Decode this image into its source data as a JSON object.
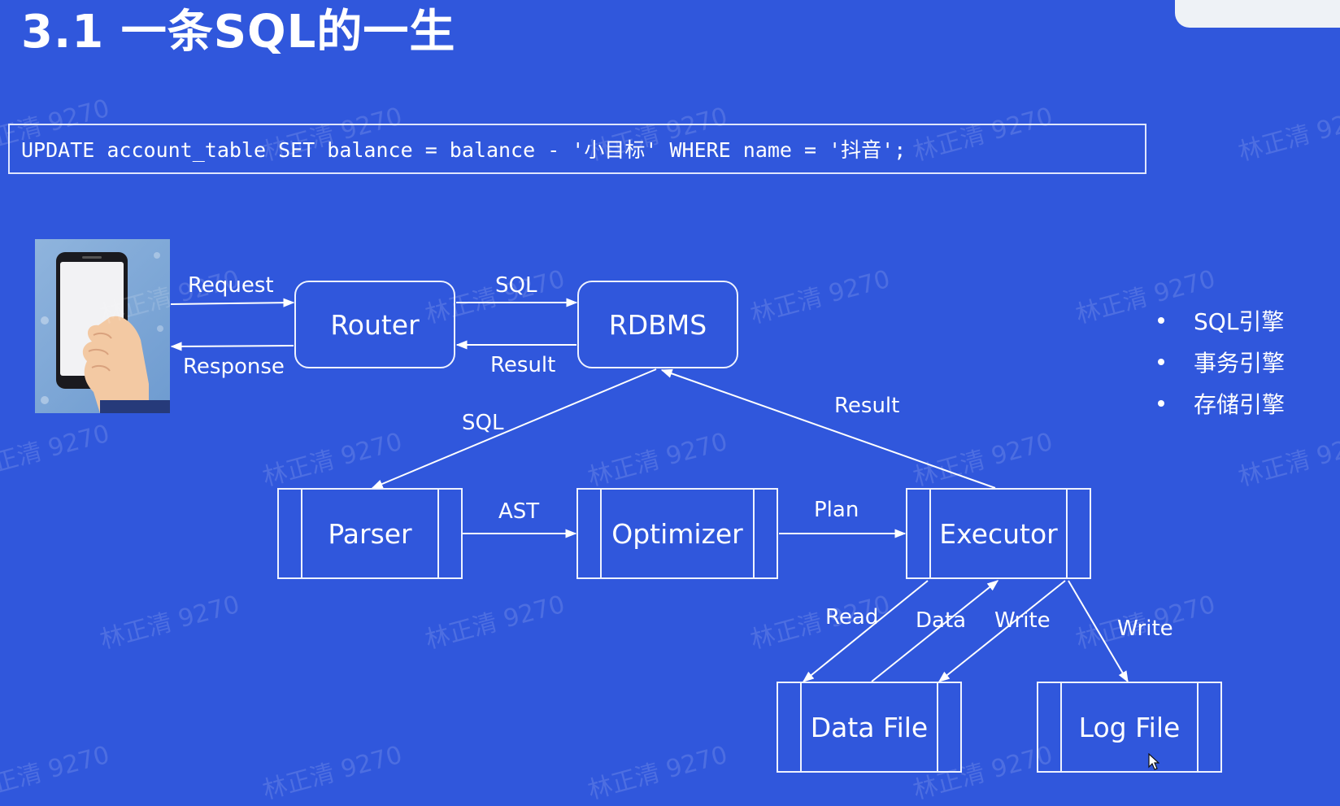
{
  "slide": {
    "title": "3.1 一条SQL的一生",
    "sql_statement": "UPDATE account_table SET balance = balance - '小目标' WHERE name = '抖音';"
  },
  "watermark_text": "林正清 9270",
  "nodes": {
    "router": "Router",
    "rdbms": "RDBMS",
    "parser": "Parser",
    "optimizer": "Optimizer",
    "executor": "Executor",
    "data_file": "Data File",
    "log_file": "Log File"
  },
  "edges": {
    "request": "Request",
    "response": "Response",
    "sql_router_rdbms": "SQL",
    "result_rdbms_router": "Result",
    "sql_rdbms_parser": "SQL",
    "result_executor_rdbms": "Result",
    "ast": "AST",
    "plan": "Plan",
    "read": "Read",
    "data": "Data",
    "write_data": "Write",
    "write_log": "Write"
  },
  "engines": {
    "items": [
      "SQL引擎",
      "事务引擎",
      "存储引擎"
    ]
  },
  "colors": {
    "background": "#3057dc",
    "foreground": "#ffffff"
  }
}
